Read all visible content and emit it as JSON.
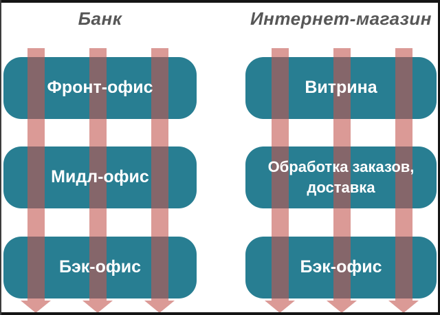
{
  "diagram": {
    "columns": [
      {
        "title": "Банк",
        "rows": [
          {
            "label": "Фронт-офис"
          },
          {
            "label": "Мидл-офис"
          },
          {
            "label": "Бэк-офис"
          }
        ]
      },
      {
        "title": "Интернет-магазин",
        "rows": [
          {
            "label": "Витрина"
          },
          {
            "label": "Обработка заказов, доставка"
          },
          {
            "label": "Бэк-офис"
          }
        ]
      }
    ],
    "arrows": {
      "per_column": 3,
      "direction": "down"
    },
    "colors": {
      "box_fill": "#287E92",
      "label_text": "#FFFFFF",
      "title_text": "#575757",
      "arrow_fill": "rgba(195,87,80,0.6)",
      "arrow_on_white": "#DB9A96",
      "arrow_on_teal": "#8F6667",
      "frame": "#151515",
      "background": "#FFFFFF"
    }
  }
}
